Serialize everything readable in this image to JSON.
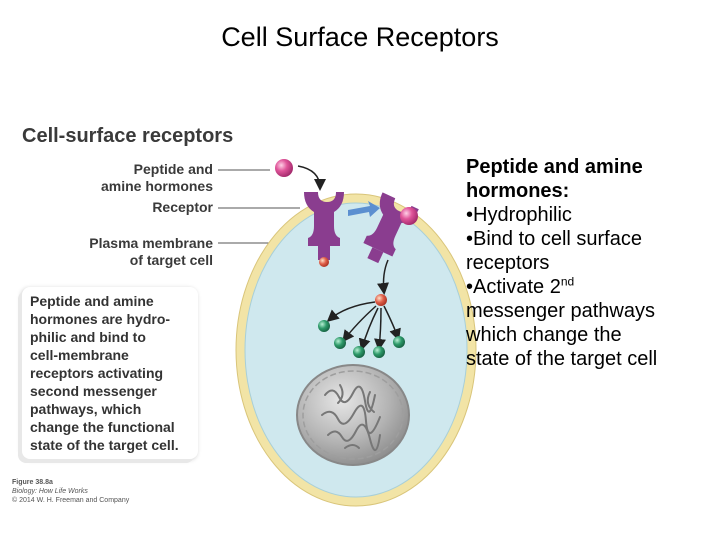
{
  "slide_title": "Cell Surface Receptors",
  "figure": {
    "title": "Cell-surface receptors",
    "labels": {
      "peptide_line1": "Peptide and",
      "peptide_line2": "amine hormones",
      "receptor": "Receptor",
      "membrane_line1": "Plasma membrane",
      "membrane_line2": "of target cell"
    },
    "caption": "Peptide and amine\nhormones are hydro-\nphilic and bind to\ncell-membrane\nreceptors activating\nsecond messenger\npathways, which\nchange the functional\nstate of the target cell.",
    "credit": {
      "line1": "Figure 38.8a",
      "line2": "Biology: How Life Works",
      "line3": "© 2014 W. H. Freeman and Company"
    }
  },
  "notes": {
    "heading_line1": "Peptide and amine",
    "heading_line2": "hormones:",
    "bullet1": "•Hydrophilic",
    "bullet2_line1": "•Bind to cell surface",
    "bullet2_line2": "receptors",
    "bullet3_prefix": "•Activate 2",
    "bullet3_sup": "nd",
    "bullet3_line2": "messenger pathways",
    "bullet3_line3": "which change the",
    "bullet3_line4": "state of the target cell"
  },
  "colors": {
    "cytoplasm": "#cfe8ee",
    "membrane": "#f2e4a6",
    "receptor": "#8a3d8f",
    "hormone": "#e0559a",
    "second_messenger": "#2e9a6a",
    "nucleus": "#a8a8a8"
  }
}
